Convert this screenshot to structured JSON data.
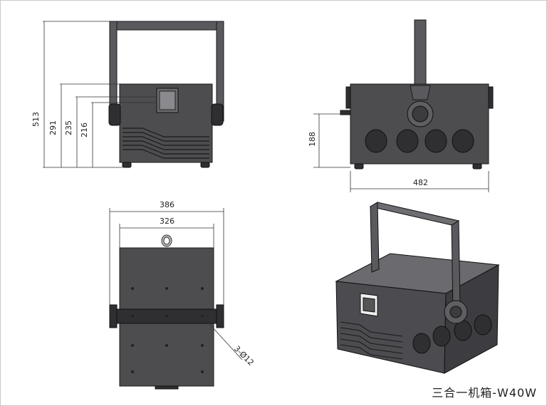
{
  "dimensions": {
    "side": [
      "513",
      "291",
      "235",
      "216"
    ],
    "back_height": "188",
    "back_width": "482",
    "top_outer": "386",
    "top_inner": "326",
    "hole_note": "3-Ø12"
  },
  "caption": "三合一机箱-W40W"
}
